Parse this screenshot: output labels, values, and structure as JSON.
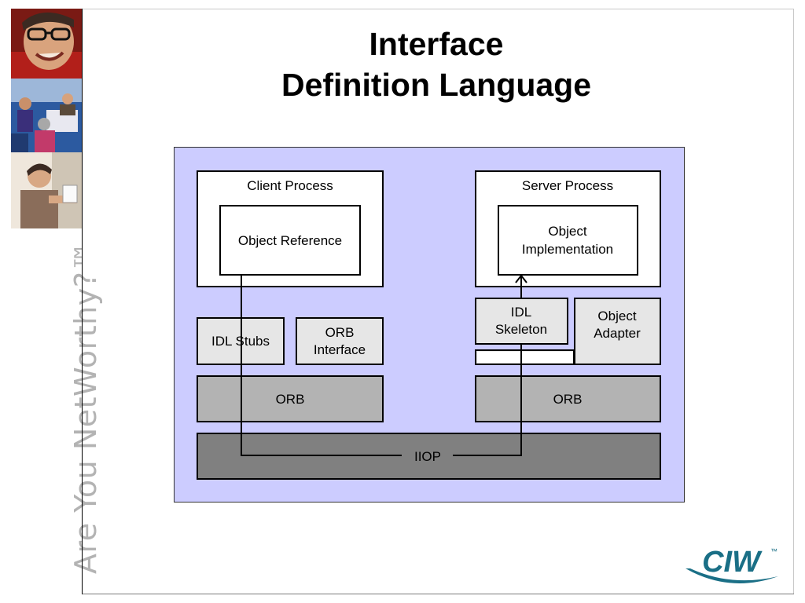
{
  "slide": {
    "title_line1": "Interface",
    "title_line2": "Definition Language",
    "tagline": "Are You NetWorthy?™",
    "logo_text": "CIW",
    "logo_tm": "™"
  },
  "diagram": {
    "client": {
      "process_label": "Client Process",
      "object_reference": "Object Reference",
      "idl_stubs": "IDL Stubs",
      "orb_interface_line1": "ORB",
      "orb_interface_line2": "Interface",
      "orb": "ORB"
    },
    "server": {
      "process_label": "Server Process",
      "object_impl_line1": "Object",
      "object_impl_line2": "Implementation",
      "idl_skeleton_line1": "IDL",
      "idl_skeleton_line2": "Skeleton",
      "object_adapter_line1": "Object",
      "object_adapter_line2": "Adapter",
      "orb": "ORB"
    },
    "iiop": "IIOP"
  },
  "colors": {
    "diagram_bg": "#ccccff",
    "box_white": "#ffffff",
    "box_light": "#e6e6e6",
    "orb_gray": "#b3b3b3",
    "iiop_gray": "#808080",
    "tagline_gray": "#b3b3b3",
    "logo_teal": "#1a6f86"
  }
}
